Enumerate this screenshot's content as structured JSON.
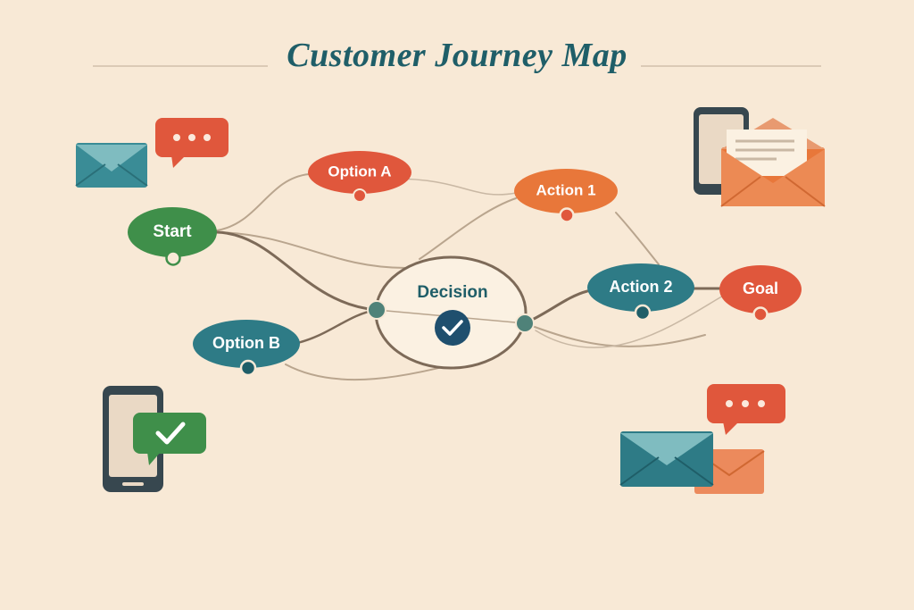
{
  "title": "Customer Journey Map",
  "colors": {
    "background": "#f8e9d6",
    "title": "#1f5e68",
    "green": "#3f8f4a",
    "teal": "#2e7b86",
    "orange": "#e8773a",
    "red": "#e0573c",
    "line": "#b9a58e",
    "line_dark": "#7d6a58"
  },
  "nodes": {
    "start": {
      "label": "Start"
    },
    "option_a": {
      "label": "Option A"
    },
    "option_b": {
      "label": "Option B"
    },
    "decision": {
      "label": "Decision"
    },
    "action_1": {
      "label": "Action 1"
    },
    "action_2": {
      "label": "Action 2"
    },
    "goal": {
      "label": "Goal"
    }
  },
  "icons": [
    "envelope-icon",
    "chat-bubble-icon",
    "phone-with-envelope-icon",
    "phone-with-check-icon",
    "envelope-with-chat-icon",
    "checkmark-icon"
  ]
}
